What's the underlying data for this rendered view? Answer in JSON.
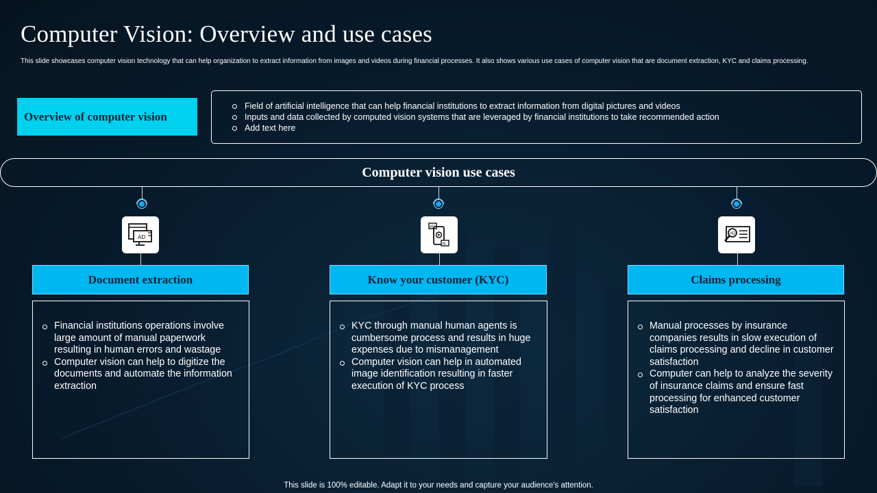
{
  "title": "Computer Vision: Overview and use cases",
  "subtitle": "This slide showcases computer vision technology that can help organization to extract information from images and videos during financial processes. It also shows various use cases of computer vision that are document extraction, KYC and claims processing.",
  "overview": {
    "label": "Overview of computer vision",
    "points": [
      "Field of artificial intelligence that can help financial institutions to extract information from digital pictures and videos",
      "Inputs and data collected by computed vision systems that are leveraged by financial institutions to take recommended action",
      "Add text here"
    ]
  },
  "use_cases_title": "Computer vision use cases",
  "cards": [
    {
      "title": "Document extraction",
      "icon": "document-ad-icon",
      "points": [
        "Financial institutions operations involve large amount of manual paperwork resulting in human errors and wastage",
        "Computer vision can help to digitize the documents and automate the information extraction"
      ]
    },
    {
      "title": "Know your customer (KYC)",
      "icon": "mobile-ad-icon",
      "points": [
        "KYC through manual human agents is cumbersome process and results in huge expenses due to mismanagement",
        "Computer vision can help in automated image identification resulting in faster execution of KYC process"
      ]
    },
    {
      "title": "Claims processing",
      "icon": "ad-search-icon",
      "points": [
        "Manual processes by insurance companies results in slow execution of claims processing and decline in customer satisfaction",
        "Computer can help to analyze the severity of insurance claims and ensure fast processing for enhanced customer satisfaction"
      ]
    }
  ],
  "footer": "This slide is 100% editable. Adapt it to your needs and capture your audience's attention.",
  "colors": {
    "background": "#071a2b",
    "accent_cyan": "#00d1ee",
    "accent_blue": "#00b7f1",
    "text_dark": "#0a2236"
  }
}
